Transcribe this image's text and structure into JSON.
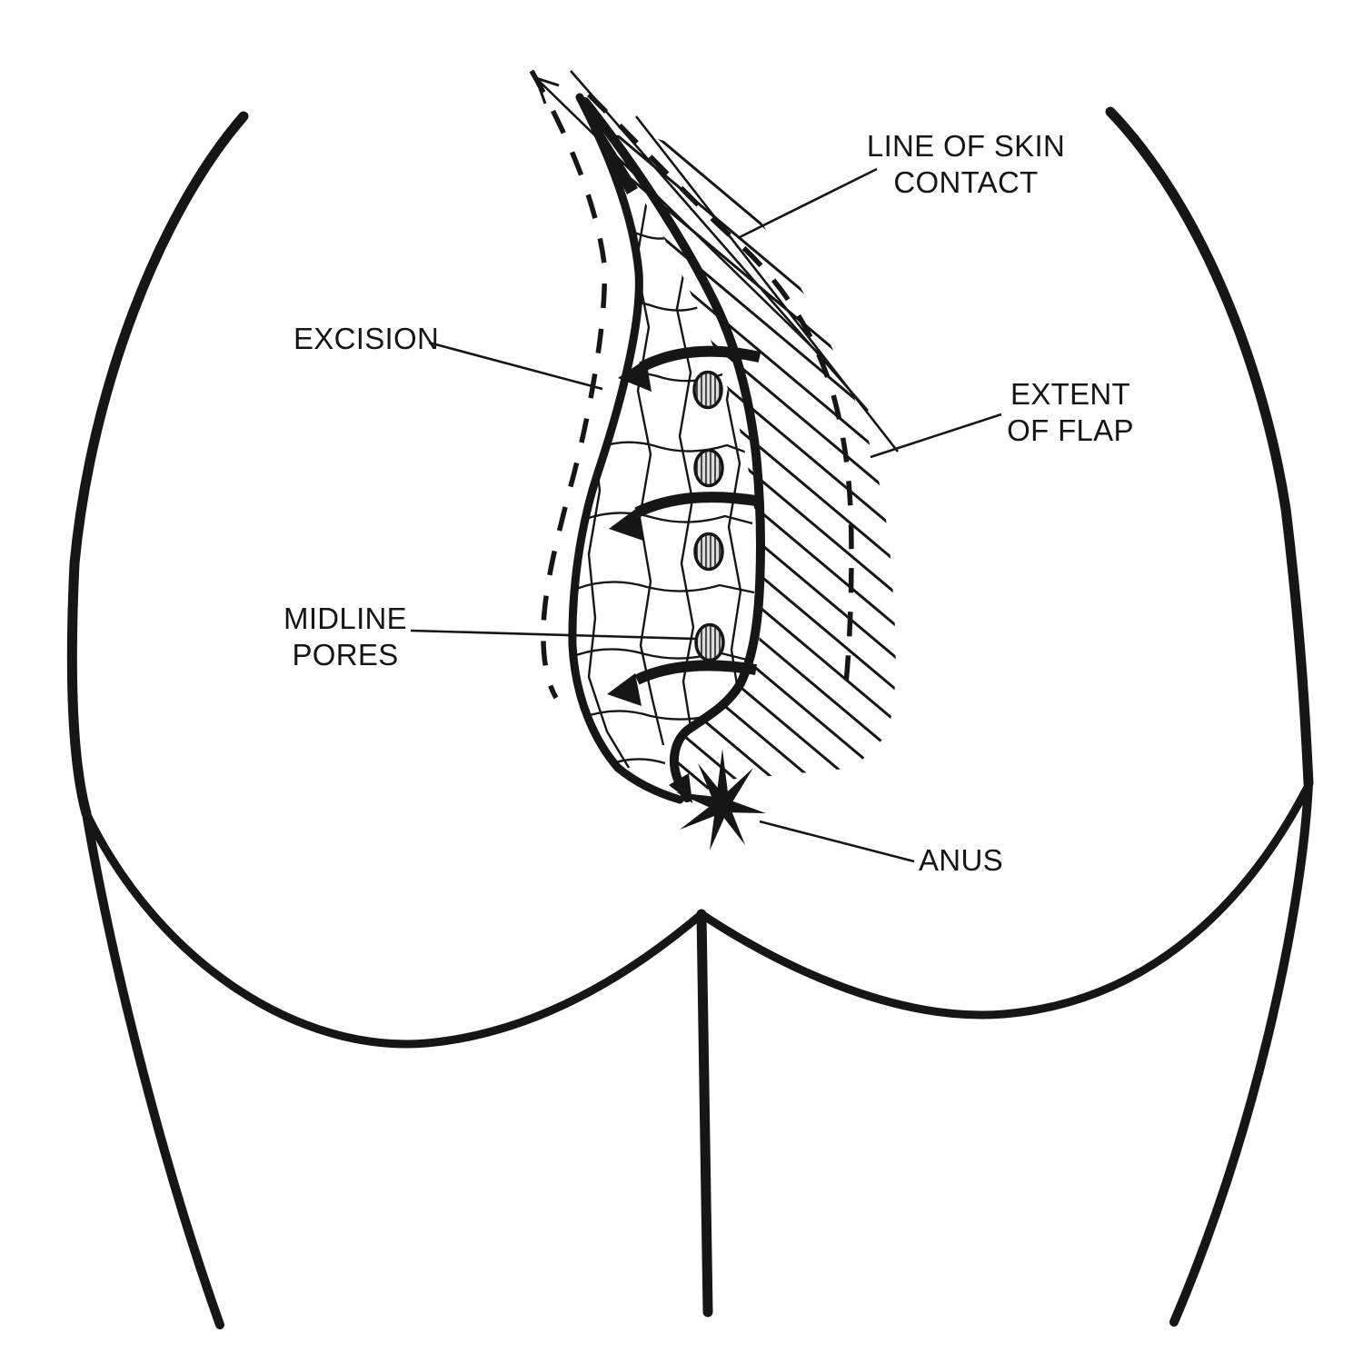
{
  "figure": {
    "kind": "medical line diagram",
    "subject": "Posterior view of buttocks showing cleft-lift flap operation for pilonidal disease",
    "background_color": "#ffffff",
    "ink_color": "#161616",
    "pore_fill_color": "#dcdcdc",
    "pore_stripe_color": "#4a4a4a"
  },
  "labels": {
    "line_of_skin_contact": {
      "line1": "LINE OF SKIN",
      "line2": "CONTACT"
    },
    "excision": {
      "text": "EXCISION"
    },
    "extent_of_flap": {
      "line1": "EXTENT",
      "line2": "OF FLAP"
    },
    "midline_pores": {
      "line1": "MIDLINE",
      "line2": "PORES"
    },
    "anus": {
      "text": "ANUS"
    }
  },
  "structures": {
    "midline_pores_count": 4,
    "flap_rotation_arrows_count": 3,
    "anus_marker": "asterisk star",
    "excision_area_texture": "fat-lobule crackle mesh",
    "flap_extent_texture": "diagonal hatching",
    "skin_contact_marker": "dashed contour lines",
    "apex_marker": "thin arrow pointing up along cleft"
  }
}
